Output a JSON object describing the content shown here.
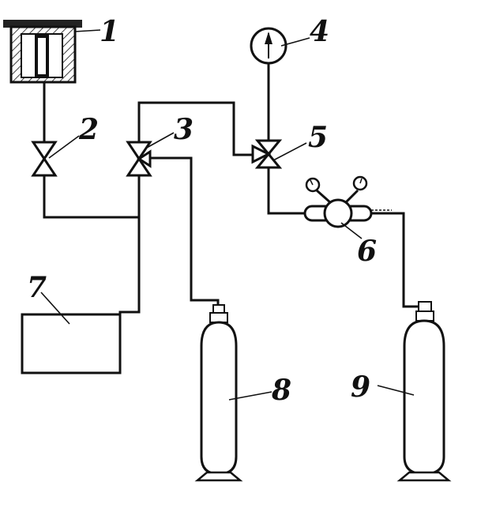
{
  "diagram": {
    "labels": {
      "l1": "1",
      "l2": "2",
      "l3": "3",
      "l4": "4",
      "l5": "5",
      "l6": "6",
      "l7": "7",
      "l8": "8",
      "l9": "9"
    },
    "colors": {
      "ink": "#111111",
      "paper": "#ffffff"
    },
    "icons": {
      "c1": "vessel-hatched-icon",
      "c2": "valve-icon",
      "c3": "three-way-valve-icon",
      "c4": "pressure-gauge-icon",
      "c5": "three-way-valve-icon",
      "c6": "pressure-regulator-icon",
      "c7": "box-icon",
      "c8": "gas-cylinder-icon",
      "c9": "gas-cylinder-icon"
    }
  }
}
